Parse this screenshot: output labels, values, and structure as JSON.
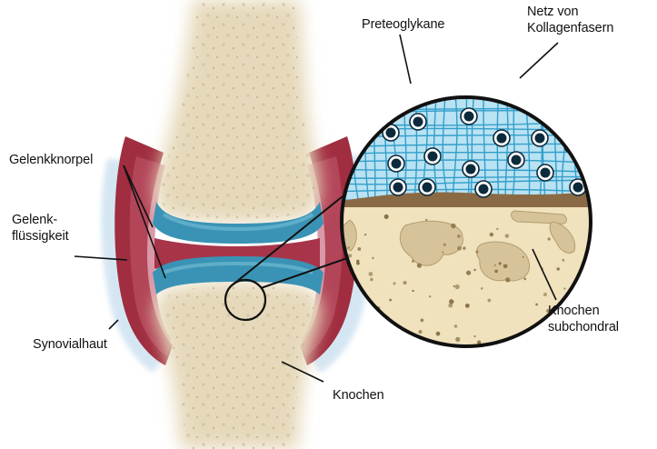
{
  "labels": {
    "proteoglycans": "Preteoglykane",
    "collagen_line1": "Netz von",
    "collagen_line2": "Kollagenfasern",
    "cartilage": "Gelenkknorpel",
    "fluid_line1": "Gelenk-",
    "fluid_line2": "flüssigkeit",
    "synovial": "Synovialhaut",
    "bone": "Knochen",
    "subchondral_line1": "Knochen",
    "subchondral_line2": "subchondral"
  },
  "colors": {
    "bone_fill": "#e8dcc0",
    "bone_speckle": "#c9b48a",
    "cartilage": "#3a93b5",
    "cartilage_light": "#6fb9d2",
    "synovial_fluid": "#9e2a3c",
    "synovial_membrane": "#c9dff0",
    "zoom_cartilage_bg": "#b9e2f2",
    "collagen_fiber": "#2b9bc9",
    "proteoglycan_dot": "#0d2a3c",
    "subchondral_bone": "#efe2bd",
    "subchondral_patch": "#d6c39a",
    "tidemark": "#7a5a3a",
    "outline": "#111111"
  }
}
